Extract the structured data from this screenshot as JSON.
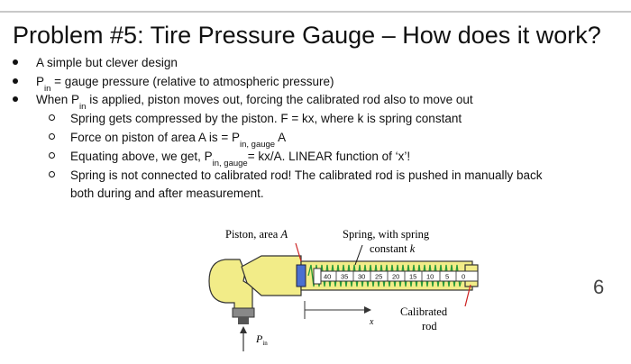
{
  "title": "Problem #5: Tire Pressure Gauge – How does it work?",
  "bullets": {
    "b1": "A simple but clever design",
    "b2_p": "P",
    "b2_sub": "in",
    "b2_rest": " = gauge pressure (relative to atmospheric pressure)",
    "b3_a": "When P",
    "b3_sub": "in",
    "b3_b": " is applied, piston moves out, forcing the calibrated rod also to move out"
  },
  "subbullets": {
    "s1": "Spring gets compressed by the piston. F = kx, where k is spring constant",
    "s2_a": "Force on piston of area A is = P",
    "s2_sub": "in, gauge",
    "s2_b": " A",
    "s3_a": "Equating above, we get, P",
    "s3_sub": "in, gauge",
    "s3_b": "= kx/A. LINEAR function of ‘x’!",
    "s4_line1": "Spring is not connected to calibrated rod! The calibrated rod is pushed in manually back",
    "s4_line2": "both during and after measurement."
  },
  "diagram": {
    "piston_label": "Piston, area ",
    "piston_label_var": "A",
    "spring_label_line1": "Spring, with spring",
    "spring_label_line2": "constant ",
    "spring_label_var": "k",
    "scale": [
      "40",
      "35",
      "30",
      "25",
      "20",
      "15",
      "10",
      "5",
      "0"
    ],
    "x_label": "x",
    "rod_label_line1": "Calibrated",
    "rod_label_line2": "rod",
    "pin_label": "P",
    "pin_sub": "in",
    "colors": {
      "gauge_body": "#f2ec88",
      "spring": "#2a9a3a",
      "piston": "#4a6fd0",
      "annotation_line": "#cc2222"
    }
  },
  "page_number": "6"
}
